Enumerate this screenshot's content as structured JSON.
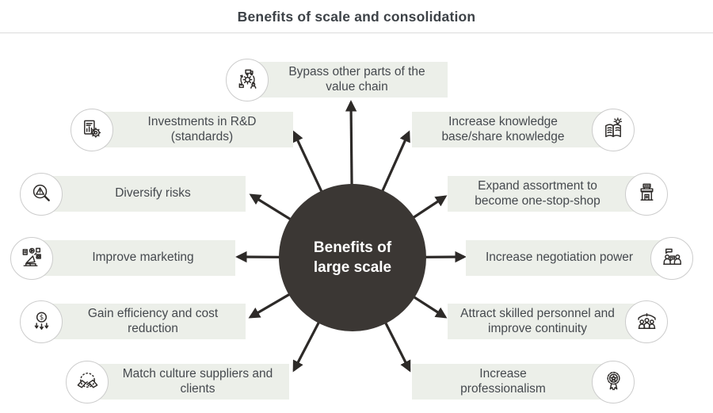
{
  "title": "Benefits of scale and consolidation",
  "center": {
    "label": "Benefits of large scale"
  },
  "colors": {
    "label_background": "#ECEFE9",
    "center_circle": "#3B3734",
    "arrow": "#2D2A28",
    "icon_stroke": "#2E2B29",
    "icon_circle_border": "#CCCCCC",
    "title_text": "#3D4247",
    "label_text": "#45494E",
    "divider": "#DCDCDC"
  },
  "items": [
    {
      "label": "Bypass other parts of the value chain",
      "icon": "supply-chain-cycle-icon",
      "side": "left"
    },
    {
      "label": "Investments in R&D (standards)",
      "icon": "rd-document-gear-icon",
      "side": "left"
    },
    {
      "label": "Diversify risks",
      "icon": "risk-magnifier-icon",
      "side": "left"
    },
    {
      "label": "Improve marketing",
      "icon": "megaphone-media-icon",
      "side": "left"
    },
    {
      "label": "Gain efficiency and cost reduction",
      "icon": "dollar-decrease-icon",
      "side": "left"
    },
    {
      "label": "Match culture suppliers and clients",
      "icon": "handshake-icon",
      "side": "left"
    },
    {
      "label": "Increase knowledge base/share knowledge",
      "icon": "open-book-idea-icon",
      "side": "right"
    },
    {
      "label": "Expand assortment to become one-stop-shop",
      "icon": "storefront-icon",
      "side": "right"
    },
    {
      "label": "Increase negotiation power",
      "icon": "negotiation-people-icon",
      "side": "right"
    },
    {
      "label": "Attract skilled personnel and improve continuity",
      "icon": "team-group-icon",
      "side": "right"
    },
    {
      "label": "Increase professionalism",
      "icon": "award-ribbon-icon",
      "side": "right"
    }
  ]
}
